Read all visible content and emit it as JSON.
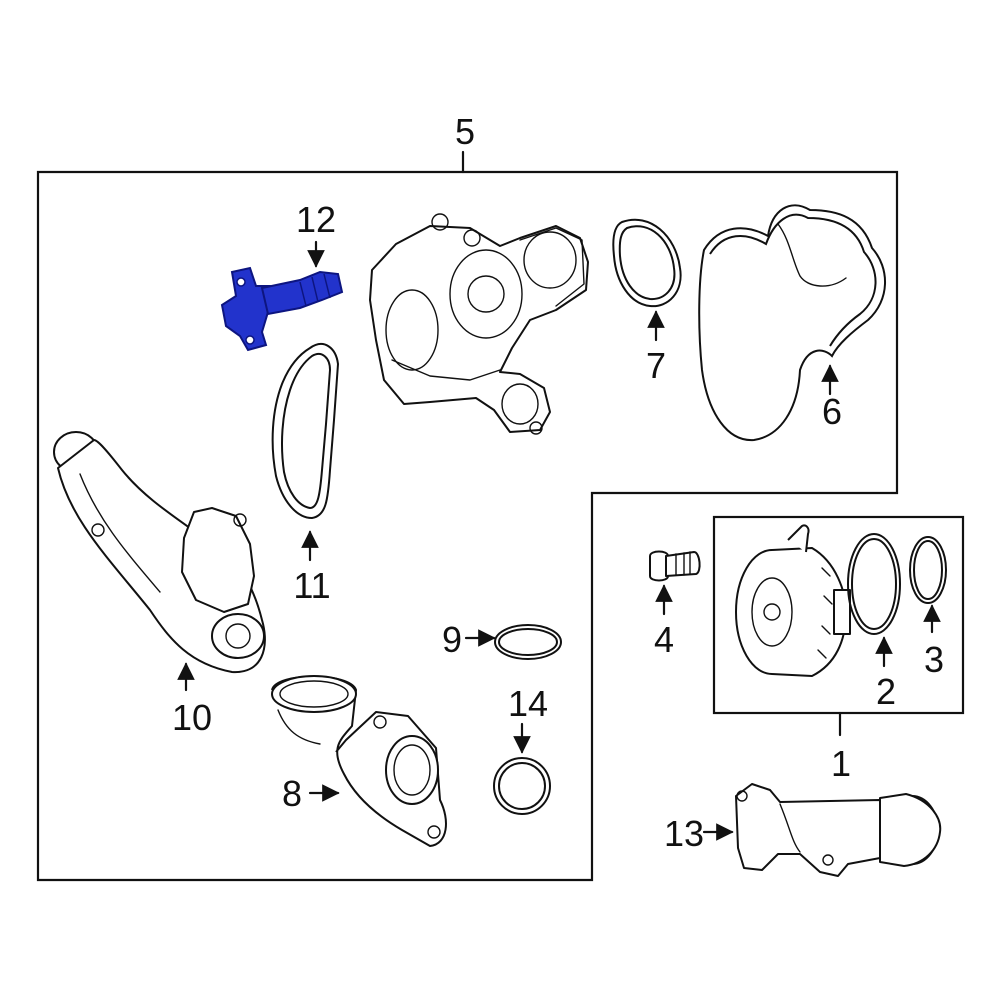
{
  "colors": {
    "ink": "#111111",
    "highlight_fill": "#2233cc",
    "highlight_stroke": "#0d1580",
    "background": "#ffffff"
  },
  "callouts": {
    "c1": "1",
    "c2": "2",
    "c3": "3",
    "c4": "4",
    "c5": "5",
    "c6": "6",
    "c7": "7",
    "c8": "8",
    "c9": "9",
    "c10": "10",
    "c11": "11",
    "c12": "12",
    "c13": "13",
    "c14": "14"
  },
  "highlighted_part": "12"
}
